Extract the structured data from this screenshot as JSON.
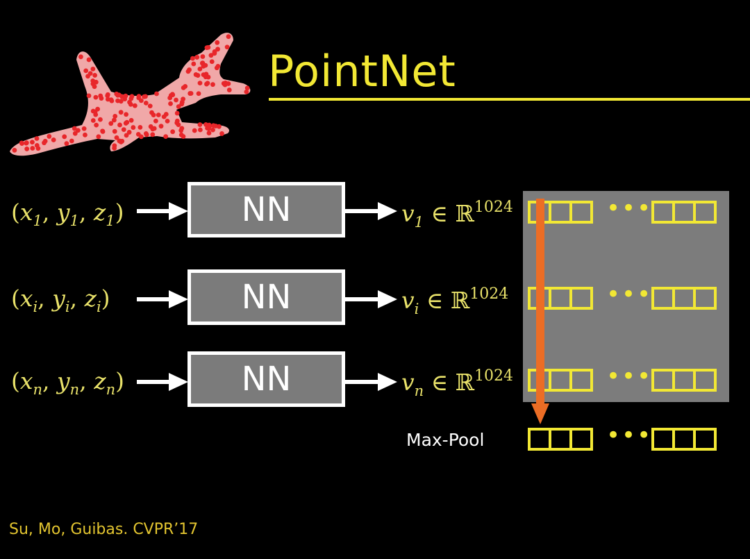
{
  "title": "PointNet",
  "inputs": [
    {
      "x": "x",
      "y": "y",
      "z": "z",
      "sub": "1"
    },
    {
      "x": "x",
      "y": "y",
      "z": "z",
      "sub": "i"
    },
    {
      "x": "x",
      "y": "y",
      "z": "z",
      "sub": "n"
    }
  ],
  "nn_label": "NN",
  "vectors": [
    {
      "var": "v",
      "sub": "1",
      "in": "∈",
      "space": "ℝ",
      "dim": "1024"
    },
    {
      "var": "v",
      "sub": "i",
      "in": "∈",
      "space": "ℝ",
      "dim": "1024"
    },
    {
      "var": "v",
      "sub": "n",
      "in": "∈",
      "space": "ℝ",
      "dim": "1024"
    }
  ],
  "ellipsis": "•••",
  "maxpool_label": "Max-Pool",
  "citation": "Su, Mo, Guibas. CVPR’17",
  "colors": {
    "title": "#f2e834",
    "math": "#e9e26a",
    "cell_border": "#f2e834",
    "arrow_orange": "#ec6d25",
    "panel": "#7c7c7c",
    "nn_fill": "#7b7b7b",
    "airplane_fill": "#f0a8a8",
    "airplane_points": "#e8262a",
    "citation": "#e3c530"
  }
}
